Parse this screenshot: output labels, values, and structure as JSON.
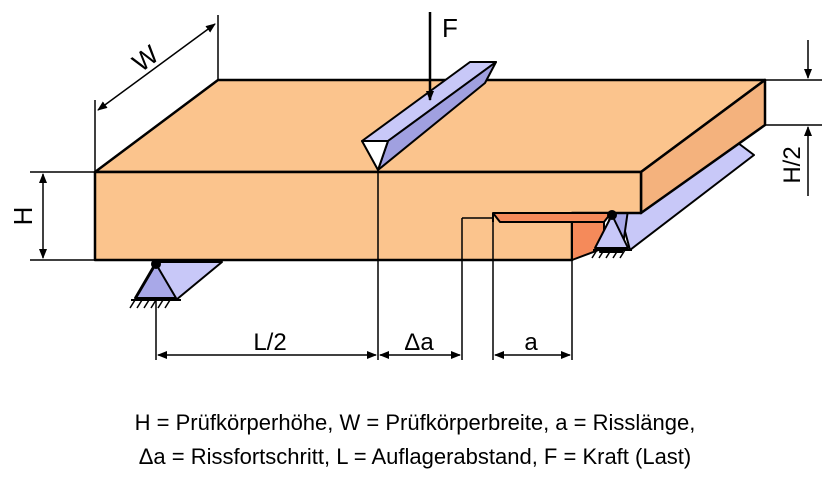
{
  "labels": {
    "force": "F",
    "width": "W",
    "height": "H",
    "half_height": "H/2",
    "half_span": "L/2",
    "crack_increment": "Δa",
    "crack_length": "a"
  },
  "caption": {
    "line1": "H = Prüfkörperhöhe,  W = Prüfkörperbreite, a = Risslänge,",
    "line2": "Δa = Rissfortschritt, L = Auflagerabstand, F = Kraft (Last)"
  },
  "colors": {
    "specimen": "#fbc48d",
    "crack": "#f58a5a",
    "support": "#c8c8f8",
    "outline": "#000000"
  }
}
